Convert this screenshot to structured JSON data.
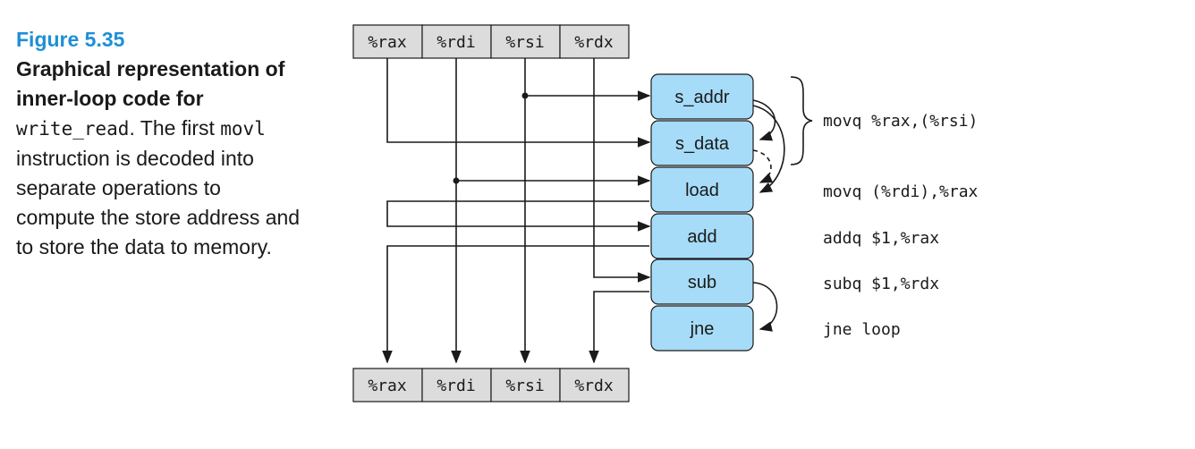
{
  "caption": {
    "figure_label": "Figure 5.35",
    "bold_text": "Graphical representation of inner-loop code for",
    "code_name": "write_read",
    "after_code": ". The first",
    "instr_code": "movl",
    "rest_text": "instruction is decoded into separate operations to compute the store address and to store the data to memory."
  },
  "registers_top": [
    "%rax",
    "%rdi",
    "%rsi",
    "%rdx"
  ],
  "registers_bottom": [
    "%rax",
    "%rdi",
    "%rsi",
    "%rdx"
  ],
  "operations": [
    "s_addr",
    "s_data",
    "load",
    "add",
    "sub",
    "jne"
  ],
  "instructions": {
    "movq_store": "movq %rax,(%rsi)",
    "movq_load": "movq (%rdi),%rax",
    "addq": "addq $1,%rax",
    "subq": "subq $1,%rdx",
    "jne": "jne loop"
  },
  "colors": {
    "op_fill": "#a6dcf8",
    "reg_fill": "#dcdcdc",
    "figure_label": "#1e8fd6",
    "line": "#1a1a1a"
  }
}
